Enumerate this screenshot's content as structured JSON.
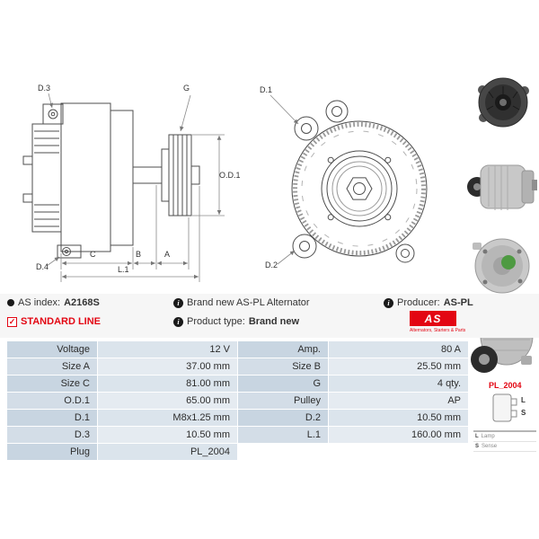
{
  "colors": {
    "brand_red": "#e30613",
    "table_label_odd": "#c8d5e1",
    "table_value_odd": "#dbe4ec",
    "table_label_even": "#d3dde7",
    "table_value_even": "#e5ebf1"
  },
  "icons": {
    "check": "✓",
    "info": "i"
  },
  "drawings": {
    "side": {
      "d3": "D.3",
      "d4": "D.4",
      "g": "G",
      "od1": "O.D.1",
      "c": "C",
      "b": "B",
      "a": "A",
      "l1": "L.1"
    },
    "front": {
      "d1": "D.1",
      "d2": "D.2"
    }
  },
  "info_bar": {
    "as_index_label": "AS index:",
    "as_index_value": "A2168S",
    "standard_line": "STANDARD LINE",
    "description": "Brand new AS-PL Alternator",
    "product_type_label": "Product type:",
    "product_type_value": "Brand new",
    "producer_label": "Producer:",
    "producer_value": "AS-PL",
    "logo_text": "AS",
    "logo_tagline": "Alternators, Starters & Parts"
  },
  "plug": {
    "code": "PL_2004",
    "pin_top": "L",
    "pin_bottom": "S",
    "legend": [
      {
        "pin": "L",
        "desc": "Lamp"
      },
      {
        "pin": "S",
        "desc": "Sense"
      }
    ]
  },
  "spec_table": {
    "rows": [
      {
        "c": [
          "Voltage",
          "12 V",
          "Amp.",
          "80 A"
        ]
      },
      {
        "c": [
          "Size A",
          "37.00 mm",
          "Size B",
          "25.50 mm"
        ]
      },
      {
        "c": [
          "Size C",
          "81.00 mm",
          "G",
          "4 qty."
        ]
      },
      {
        "c": [
          "O.D.1",
          "65.00 mm",
          "Pulley",
          "AP"
        ]
      },
      {
        "c": [
          "D.1",
          "M8x1.25 mm",
          "D.2",
          "10.50 mm"
        ]
      },
      {
        "c": [
          "D.3",
          "10.50 mm",
          "L.1",
          "160.00 mm"
        ]
      },
      {
        "c": [
          "Plug",
          "PL_2004",
          "",
          ""
        ]
      }
    ]
  }
}
